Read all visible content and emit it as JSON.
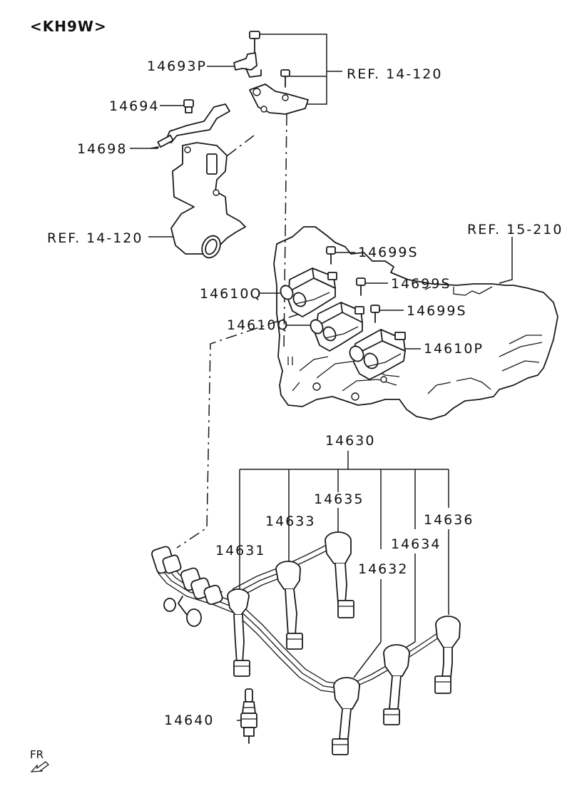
{
  "diagram": {
    "model_code": "<KH9W>",
    "orientation": "FR",
    "references": {
      "ref_bracket": "REF. 14-120",
      "ref_housing": "REF. 14-120",
      "ref_manifold": "REF. 15-210"
    },
    "parts": {
      "p14693P": "14693P",
      "p14694": "14694",
      "p14698": "14698",
      "p14699S_a": "14699S",
      "p14699S_b": "14699S",
      "p14699S_c": "14699S",
      "p14610Q_a": "14610Q",
      "p14610Q_b": "14610Q",
      "p14610P": "14610P",
      "p14630": "14630",
      "p14635": "14635",
      "p14633": "14633",
      "p14636": "14636",
      "p14631": "14631",
      "p14634": "14634",
      "p14632": "14632",
      "p14640": "14640"
    }
  }
}
